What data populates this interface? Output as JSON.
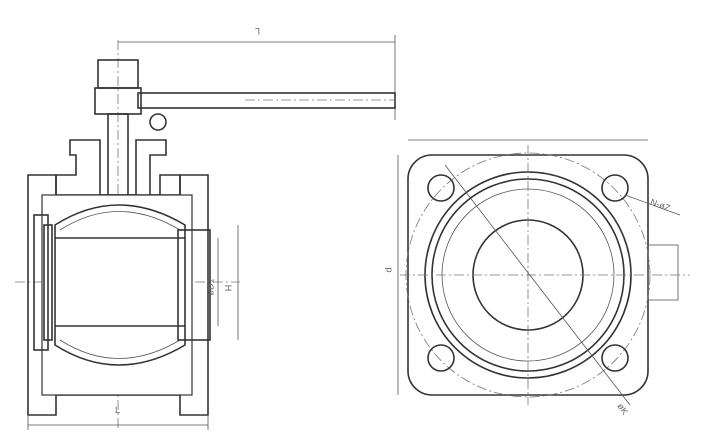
{
  "drawing": {
    "title": "Ball valve assembly drawing",
    "labels": {
      "handle_length": "L",
      "bore_diameter": "øD1",
      "height": "H",
      "flange_square": "d",
      "bolt_holes": "N-øZ",
      "bolt_circle": "øK",
      "face_to_face": "L"
    }
  }
}
